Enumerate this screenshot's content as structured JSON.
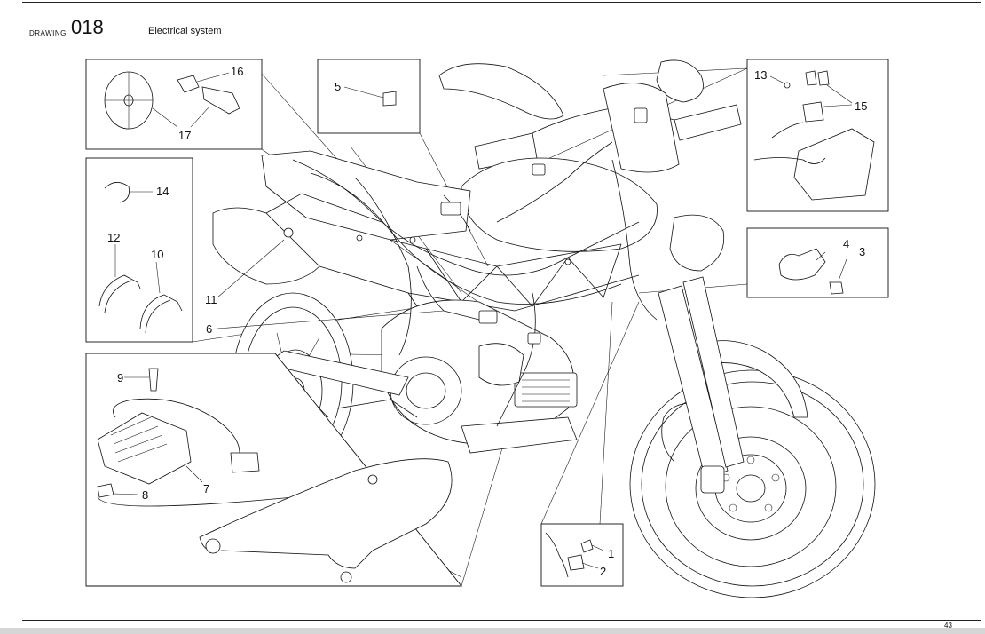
{
  "header": {
    "keyword": "DRAWING",
    "number": "018",
    "title": "Electrical system"
  },
  "page_number": "43",
  "callouts": {
    "c1": "1",
    "c2": "2",
    "c3": "3",
    "c4": "4",
    "c5": "5",
    "c6": "6",
    "c7": "7",
    "c8": "8",
    "c9": "9",
    "c10": "10",
    "c11": "11",
    "c12": "12",
    "c13": "13",
    "c14": "14",
    "c15": "15",
    "c16": "16",
    "c17": "17"
  }
}
